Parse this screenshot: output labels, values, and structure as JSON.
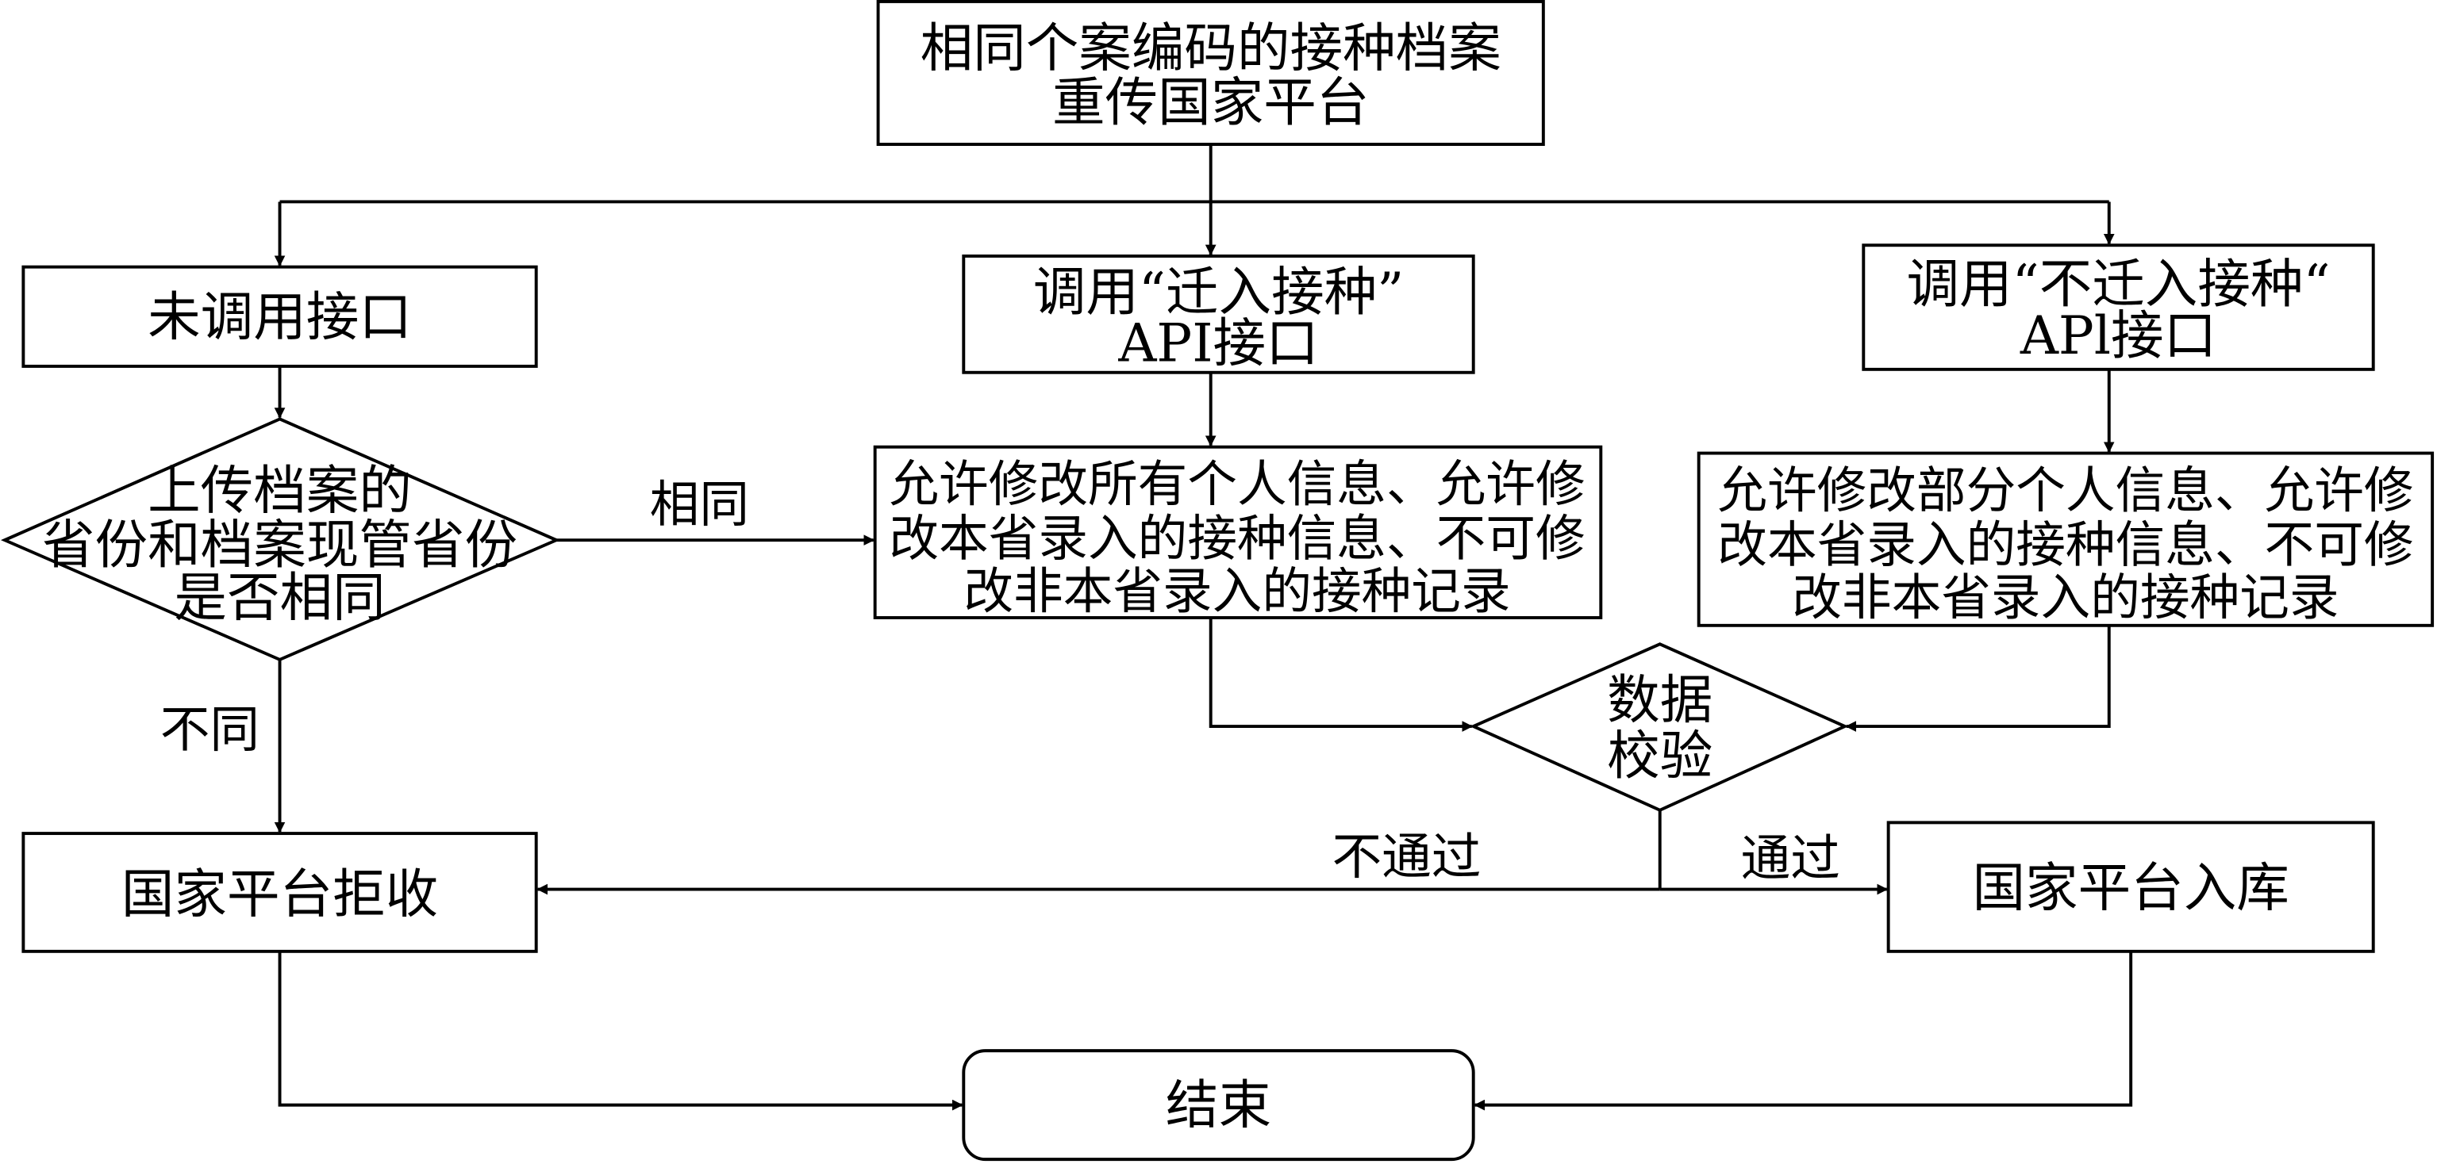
{
  "colors": {
    "stroke": "#000000",
    "fill": "#ffffff",
    "text": "#000000"
  },
  "nodes": {
    "start": {
      "lines": [
        "相同个案编码的接种档案",
        "重传国家平台"
      ]
    },
    "no_api": {
      "lines": [
        "未调用接口"
      ]
    },
    "api_in": {
      "lines": [
        "调用“迁入接种”",
        "API接口"
      ]
    },
    "api_not_in": {
      "lines": [
        "调用“不迁入接种“",
        "APl接口"
      ]
    },
    "decision_province": {
      "lines": [
        "上传档案的",
        "省份和档案现管省份",
        "是否相同"
      ]
    },
    "allow_all": {
      "lines": [
        "允许修改所有个人信息、允许修",
        "改本省录入的接种信息、不可修",
        "改非本省录入的接种记录"
      ]
    },
    "allow_partial": {
      "lines": [
        "允许修改部分个人信息、允许修",
        "改本省录入的接种信息、不可修",
        "改非本省录入的接种记录"
      ]
    },
    "validation": {
      "lines": [
        "数据",
        "校验"
      ]
    },
    "reject": {
      "lines": [
        "国家平台拒收"
      ]
    },
    "accept": {
      "lines": [
        "国家平台入库"
      ]
    },
    "end": {
      "lines": [
        "结束"
      ]
    }
  },
  "edge_labels": {
    "same": "相同",
    "different": "不同",
    "fail": "不通过",
    "pass": "通过"
  }
}
